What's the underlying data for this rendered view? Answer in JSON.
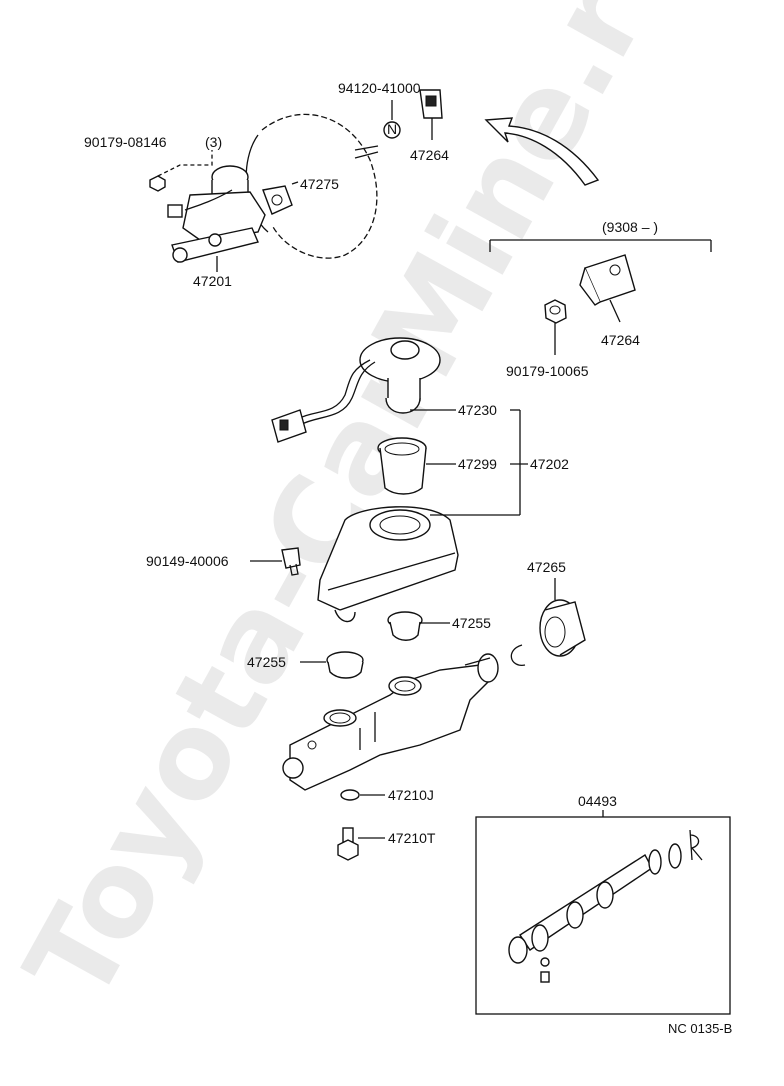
{
  "watermark": "Toyota-CarMine.ru",
  "diagram_code": "NC 0135-B",
  "date_range": "(9308 –         )",
  "quantity_note": "(3)",
  "labels": {
    "p94120_41000": "94120-41000",
    "p47264_top": "47264",
    "p90179_08146": "90179-08146",
    "p47275": "47275",
    "p47201": "47201",
    "p47264_right": "47264",
    "p90179_10065": "90179-10065",
    "p47230": "47230",
    "p47299": "47299",
    "p47202": "47202",
    "p90149_40006": "90149-40006",
    "p47265": "47265",
    "p47255_right": "47255",
    "p47255_left": "47255",
    "p47210J": "47210J",
    "p47210T": "47210T",
    "p04493": "04493"
  },
  "icons": {
    "direction_arrow": "curved-arrow-icon",
    "nut": "nut-icon"
  }
}
